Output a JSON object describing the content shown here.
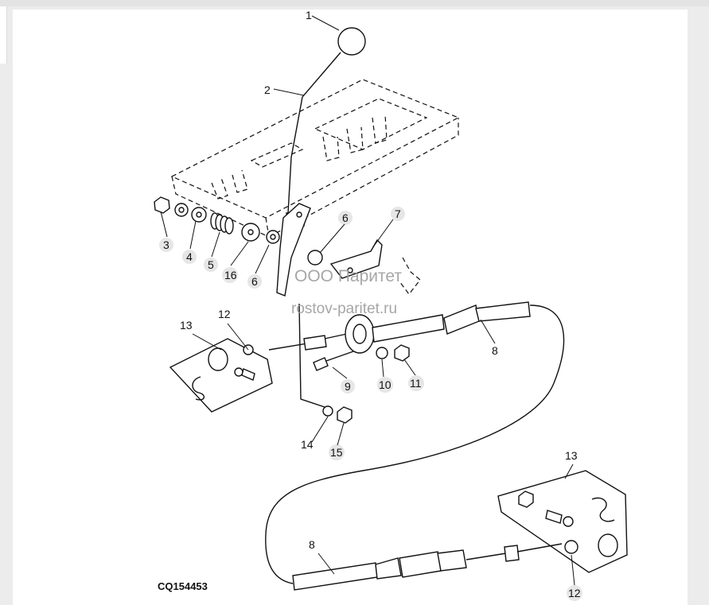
{
  "figure": {
    "code": "CQ154453",
    "watermark": {
      "company": "ООО Паритет",
      "site": "rostov-paritet.ru"
    },
    "callouts": {
      "knob": "1",
      "lever": "2",
      "nut_top": "3",
      "washer_top": "4",
      "spring": "5",
      "washer_left": "6",
      "washer_right": "6",
      "bracket": "7",
      "cable_upper": "8",
      "cable_lower": "8",
      "bolt": "9",
      "lock_washer": "10",
      "nut_mid": "11",
      "ball_joint_upper": "12",
      "ball_joint_lower": "12",
      "kit_upper": "13",
      "kit_lower": "13",
      "clip": "14",
      "nut_bottom": "15",
      "washer_16": "16"
    }
  }
}
